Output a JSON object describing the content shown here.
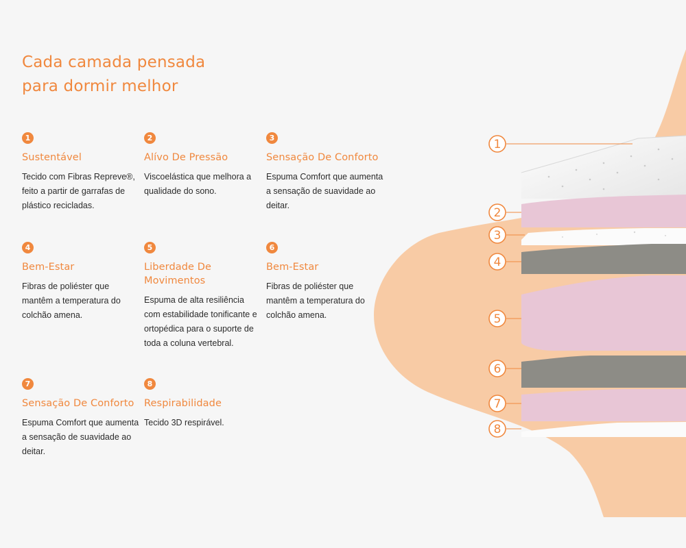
{
  "heading": {
    "line1": "Cada camada pensada",
    "line2": "para dormir melhor"
  },
  "features": [
    {
      "num": "1",
      "title": "Sustentável",
      "desc": "Tecido com Fibras Repreve®, feito a partir de garrafas de plástico recicladas."
    },
    {
      "num": "2",
      "title": "Alívo De Pressão",
      "desc": "Viscoelástica que melhora a qualidade do sono."
    },
    {
      "num": "3",
      "title": "Sensação De Conforto",
      "desc": "Espuma Comfort que aumenta a sensação de suavidade ao deitar."
    },
    {
      "num": "4",
      "title": "Bem-Estar",
      "desc": "Fibras de poliéster que mantêm a temperatura do colchão amena."
    },
    {
      "num": "5",
      "title": "Liberdade De Movimentos",
      "desc": "Espuma de alta resiliência com estabilidade tonificante e ortopédica para o suporte de toda a coluna vertebral."
    },
    {
      "num": "6",
      "title": "Bem-Estar",
      "desc": "Fibras de poliéster que mantêm a temperatura do colchão amena."
    },
    {
      "num": "7",
      "title": "Sensação De Conforto",
      "desc": "Espuma Comfort que aumenta a sensação de suavidade ao deitar."
    },
    {
      "num": "8",
      "title": "Respirabilidade",
      "desc": "Tecido 3D respirável."
    }
  ],
  "callouts": [
    "1",
    "2",
    "3",
    "4",
    "5",
    "6",
    "7",
    "8"
  ],
  "colors": {
    "accent": "#f0883e",
    "blob": "#f8cba5",
    "pink": "#e8c6d6",
    "grey": "#8d8c86",
    "white": "#fbfbfb"
  }
}
